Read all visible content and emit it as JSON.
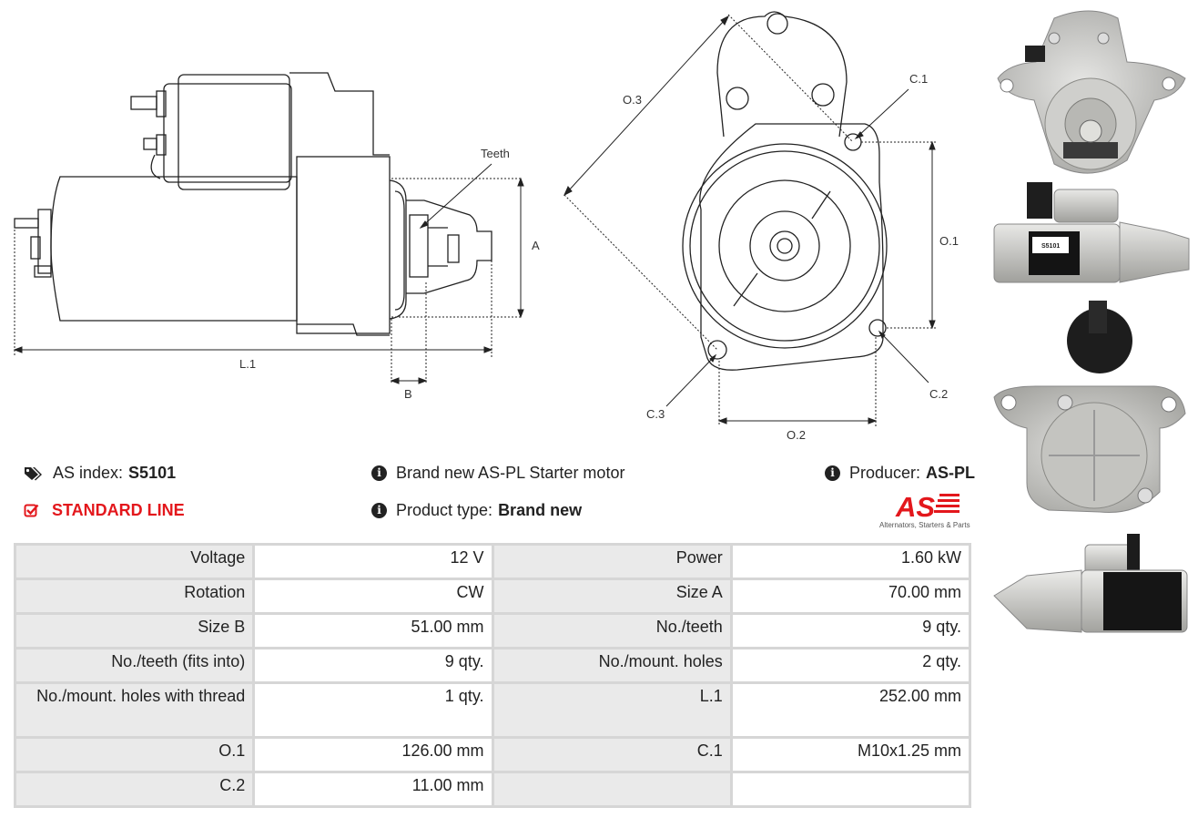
{
  "drawing_labels": {
    "teeth": "Teeth",
    "a": "A",
    "b": "B",
    "l1": "L.1",
    "o3": "O.3",
    "o1": "O.1",
    "o2": "O.2",
    "c1": "C.1",
    "c2": "C.2",
    "c3": "C.3"
  },
  "info": {
    "as_index_label": "AS index:",
    "as_index_value": "S5101",
    "standard_line": "STANDARD LINE",
    "description": "Brand new AS-PL Starter motor",
    "product_type_label": "Product type:",
    "product_type_value": "Brand new",
    "producer_label": "Producer:",
    "producer_value": "AS-PL"
  },
  "logo": {
    "text": "AS",
    "tagline": "Alternators, Starters & Parts",
    "color": "#e3171c"
  },
  "label_on_photo": "S5101",
  "specs": [
    [
      "Voltage",
      "12 V",
      "Power",
      "1.60 kW"
    ],
    [
      "Rotation",
      "CW",
      "Size A",
      "70.00 mm"
    ],
    [
      "Size B",
      "51.00 mm",
      "No./teeth",
      "9 qty."
    ],
    [
      "No./teeth (fits into)",
      "9 qty.",
      "No./mount. holes",
      "2 qty."
    ],
    [
      "No./mount. holes with thread",
      "1 qty.",
      "L.1",
      "252.00 mm"
    ],
    [
      "O.1",
      "126.00 mm",
      "C.1",
      "M10x1.25 mm"
    ],
    [
      "C.2",
      "11.00 mm",
      "",
      ""
    ]
  ],
  "colors": {
    "accent": "#e3171c",
    "table_border": "#d6d6d6",
    "key_cell": "#eaeaea"
  }
}
